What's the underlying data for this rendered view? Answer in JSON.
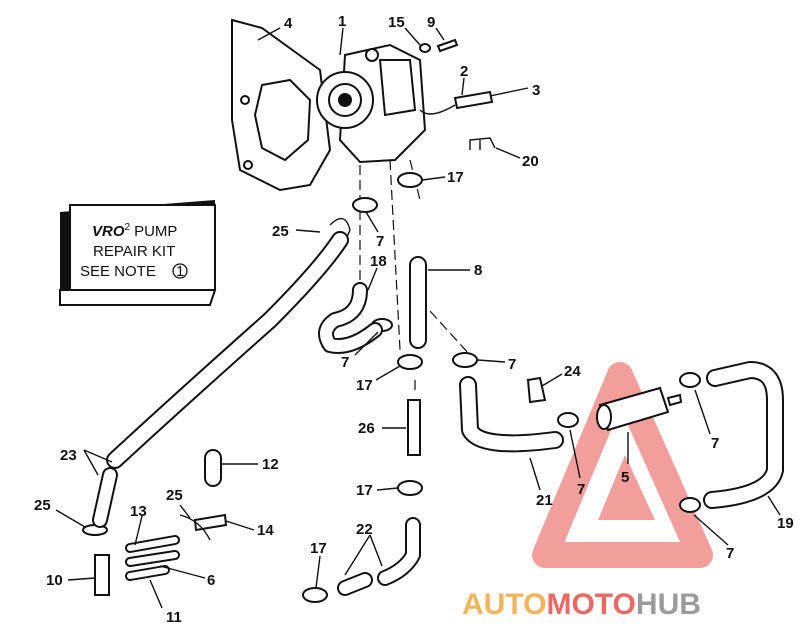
{
  "kit": {
    "line1_brand": "VRO",
    "line1_sup": "2",
    "line1_rest": "PUMP",
    "line2": "REPAIR KIT",
    "line3": "SEE NOTE",
    "note_ref": "1"
  },
  "callouts": [
    "1",
    "4",
    "15",
    "9",
    "2",
    "3",
    "20",
    "17",
    "25",
    "7",
    "18",
    "8",
    "7",
    "7",
    "17",
    "24",
    "26",
    "23",
    "12",
    "17",
    "25",
    "25",
    "13",
    "14",
    "6",
    "10",
    "11",
    "22",
    "17",
    "21",
    "5",
    "7",
    "7",
    "19",
    "7"
  ],
  "watermark": {
    "part1": "AUTO",
    "part2": "MOTO",
    "part3": "HUB",
    "colors": {
      "auto": "#f4a640",
      "moto": "#e8504a",
      "hub": "#8a8a8a",
      "triangle": "#e8504a"
    }
  }
}
